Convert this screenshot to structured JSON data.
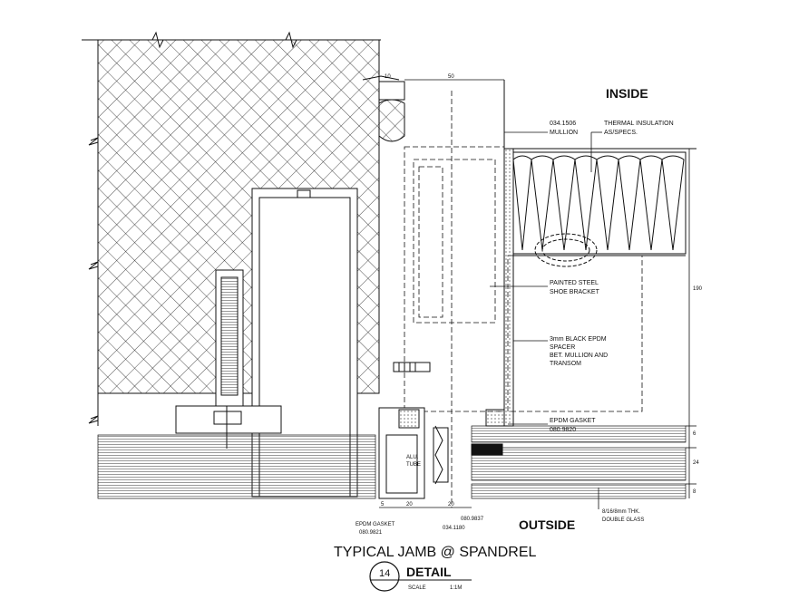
{
  "labels": {
    "inside": "INSIDE",
    "outside": "OUTSIDE",
    "mullion_code": "034.1506",
    "mullion": "MULLION",
    "thermal_1": "THERMAL INSULATION",
    "thermal_2": "AS/SPECS.",
    "bracket_1": "PAINTED STEEL",
    "bracket_2": "SHOE BRACKET",
    "spacer_1": "3mm BLACK EPDM",
    "spacer_2": "SPACER",
    "spacer_3": "BET. MULLION AND",
    "spacer_4": "TRANSOM",
    "gasket_1": "EPDM GASKET",
    "gasket_2": "080.9820",
    "gasket_left_1": "EPDM GASKET",
    "gasket_left_2": "080.9821",
    "code_1180": "034.1180",
    "code_9837": "080.9837",
    "glass_1": "8/16/8mm THK.",
    "glass_2": "DOUBLE GLASS",
    "al_tube_1": "ALU.",
    "al_tube_2": "TUBE"
  },
  "dimensions": {
    "d10": "10",
    "d50": "50",
    "d190": "190",
    "d6": "6",
    "d24": "24",
    "d8": "8",
    "d5": "5",
    "d20a": "20",
    "d20b": "20"
  },
  "title_block": {
    "title": "TYPICAL JAMB @ SPANDREL",
    "number": "14",
    "subtitle": "DETAIL",
    "scale_label": "SCALE",
    "scale_value": "1:1M"
  }
}
